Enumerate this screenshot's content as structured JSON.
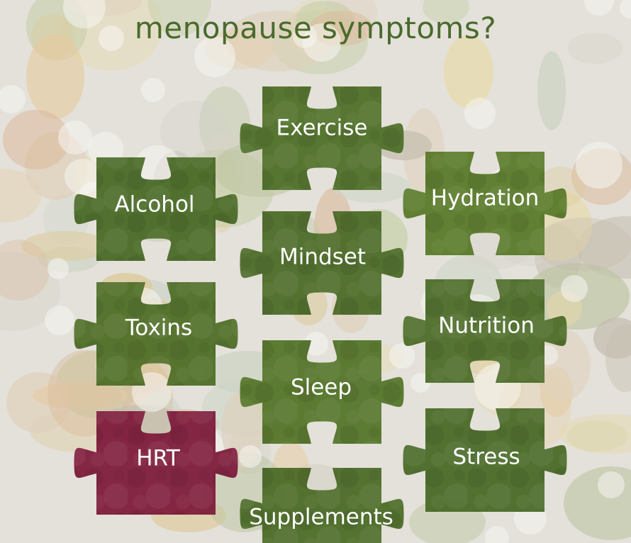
{
  "heading": {
    "line2": "menopause symptoms?"
  },
  "pieces": [
    {
      "key": "exercise",
      "label": "Exercise",
      "color": "#4f7029"
    },
    {
      "key": "alcohol",
      "label": "Alcohol",
      "color": "#4a6a27"
    },
    {
      "key": "hydration",
      "label": "Hydration",
      "color": "#5a7a2a"
    },
    {
      "key": "mindset",
      "label": "Mindset",
      "color": "#4c6c28"
    },
    {
      "key": "toxins",
      "label": "Toxins",
      "color": "#4f6f27"
    },
    {
      "key": "nutrition",
      "label": "Nutrition",
      "color": "#4d6d29"
    },
    {
      "key": "sleep",
      "label": "Sleep",
      "color": "#54752a"
    },
    {
      "key": "hrt",
      "label": "HRT",
      "color": "#7e1c3c"
    },
    {
      "key": "stress",
      "label": "Stress",
      "color": "#4a6a28"
    },
    {
      "key": "supplements",
      "label": "Supplements",
      "color": "#4c6c27"
    }
  ]
}
